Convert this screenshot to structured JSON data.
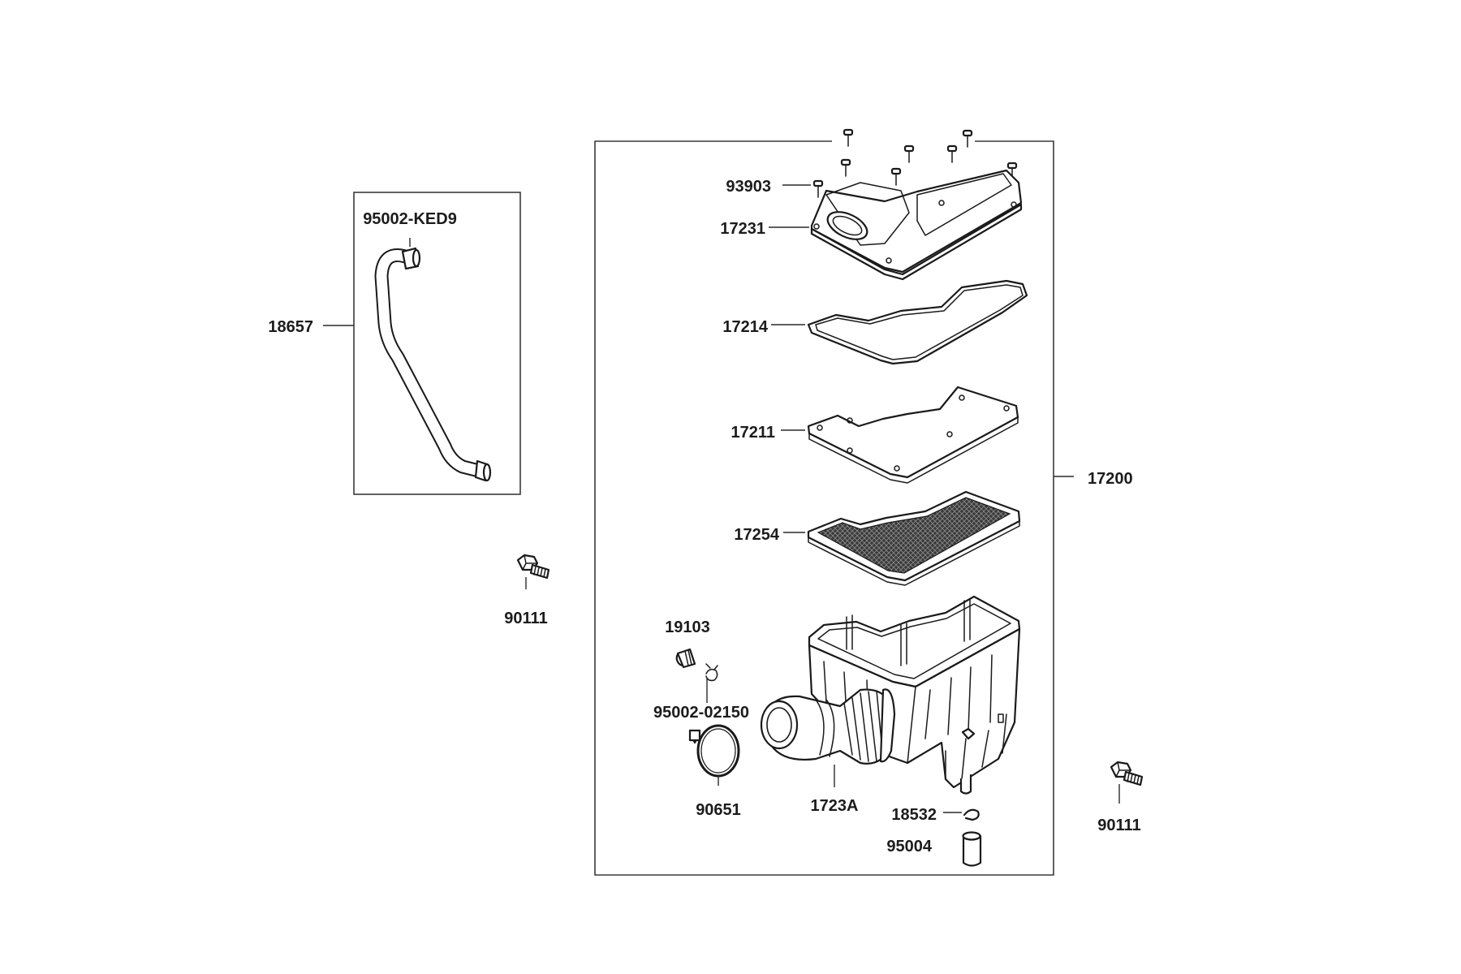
{
  "diagram": {
    "labels": {
      "p93903": "93903",
      "p17231": "17231",
      "p17214": "17214",
      "p17211": "17211",
      "p17254": "17254",
      "p17200": "17200",
      "p19103": "19103",
      "p95002_02150": "95002-02150",
      "p90651": "90651",
      "p1723A": "1723A",
      "p18532": "18532",
      "p95004": "95004",
      "p90111_left": "90111",
      "p90111_right": "90111",
      "p18657": "18657",
      "p95002_KED9": "95002-KED9"
    }
  }
}
